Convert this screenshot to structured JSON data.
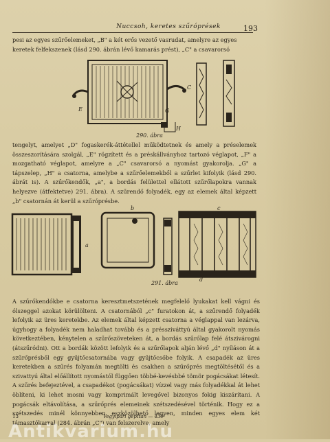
{
  "header": {
    "running_title": "Nuccsoh, keretes szűróprések",
    "page_number": "193"
  },
  "paragraphs": {
    "p1_lines": [
      "pesi az egyes szűrőelemeket, „B\" a két erős vezető vasrudat, amelyre az egyes",
      "keretek felfekszenek (lásd 290. ábrán lévő kamarás prést), „C\" a csavarorsó"
    ],
    "p2": "tengelyt, amelyet „D\" fogaskerék-áttétellel működtetnek és amely a préselemek összeszorítására szolgál, „E\" rögzített és a préskállványhoz tartozó véglapot, „F\" a mozgatható véglapot, amelyre a „C\" csavarorsó a nyomást gyakorolja. „G\" a tápszelep, „H\" a csatorna, amelybe a szűrőelemekből a szűrlet kifolyik (lásd 290. ábrát is). A szűrőkendők, „a\", a bordás felülettel ellátott szűrőlapokra vannak helyezve (átfektetve) 291. ábra). A szűrendő folyadék, egy az elemek által képzett „b\" csatornán át kerül a szűróprésbe.",
    "p3": "A szűrőkendőkbe e csatorna keresztmetszetének megfelelő lyukakat kell vágni és ólszeggel azokat körülölteni. A csatornából „c\" furatokon át, a szűrendő folyadék lefolyik az üres keretekbe. Az elemek által képzett csatorna a véglappal van lezárva, úgyhogy a folyadék nem haladhat tovább és a préssziváttyú által gyakorolt nyomás következtében, kénytelen a szűrőszöveteken át, a bordás szűrőlap felé átszivárogni (átszűródni). Ott a bordák között lefolyik és a szűrőlapok alján lévő „d\" nyíláson át a szűrőprésből egy gyűjtőcsatornába vagy gyűjtőcsőbe folyik. A csapadék az üres keretekben a szűrés folyamán megtölti és csakhen a szűrőprés megtöltésétől és a szivattyú által előállított nyomástól függően többé-kevésbbé tömör pogácsákat létesít. A szűrés befejeztével, a csapadékot (pogácsákat) vízzel vagy más folyadékkal át lehet öblíteni, ki lehet mosni vagy komprimált levegővel bizonyos fokig kiszárítani. A pogácsák eltávolítása, a szűrőprés elemeinek szétszedésével történik. Hogy ez a szétszedés minél könnyebben eszközölhető legyen, minden egyes elem két támasztókarral (284. ábrán „C\") van felszerelve, amely"
  },
  "figures": {
    "fig290_caption": "290. ábra",
    "fig291_caption": "291. ábra",
    "fig290_labels": [
      "E",
      "G",
      "H",
      "C"
    ],
    "fig291_labels": [
      "a",
      "b",
      "c",
      "d"
    ]
  },
  "footer": {
    "signature": "13",
    "source": "Vegyipari gépttan — 439"
  },
  "watermark": "Antikvarium.hu"
}
